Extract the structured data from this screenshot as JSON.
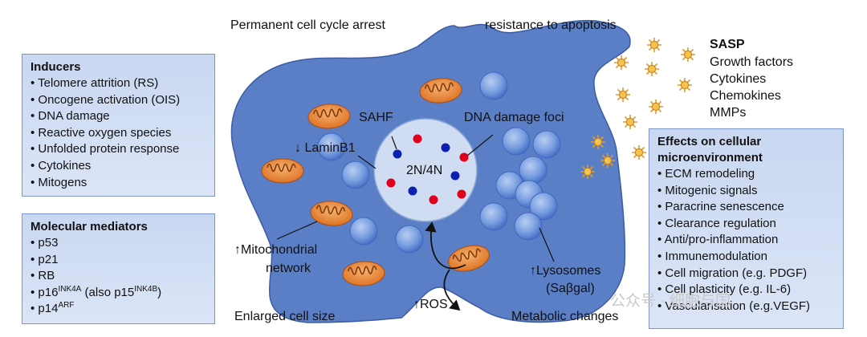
{
  "top_labels": {
    "arrest": "Permanent cell cycle arrest",
    "apoptosis": "resistance to apoptosis"
  },
  "inducers": {
    "title": "Inducers",
    "items": [
      "Telomere attrition (RS)",
      "Oncogene activation (OIS)",
      "DNA damage",
      "Reactive oxygen species",
      "Unfolded protein response",
      "Cytokines",
      "Mitogens"
    ]
  },
  "mediators": {
    "title": "Molecular mediators",
    "p53": "p53",
    "p21": "p21",
    "rb": "RB",
    "p16": "p16",
    "p16_sup": "INK4A",
    "p16_also": " (also p15",
    "p15_sup": "INK4B",
    "p16_close": ")",
    "p14": "p14",
    "p14_sup": "ARF"
  },
  "cell": {
    "sahf": "SAHF",
    "dna_foci": "DNA damage foci",
    "lamin_arrow": "↓",
    "lamin": "LaminB1",
    "nucleus": "2N/4N",
    "mito_arrow": "↑",
    "mito_line1": "Mitochondrial",
    "mito_line2": "network",
    "lyso_arrow": "↑",
    "lyso_line1": "Lysosomes",
    "lyso_line2": "(Saβgal)",
    "ros_arrow": "↑",
    "ros": "ROS"
  },
  "bottom_labels": {
    "enlarged": "Enlarged cell size",
    "metabolic": "Metabolic changes"
  },
  "sasp": {
    "title": "SASP",
    "items": [
      "Growth factors",
      "Cytokines",
      "Chemokines",
      "MMPs"
    ]
  },
  "effects": {
    "title_line1": "Effects on cellular",
    "title_line2": "microenvironment",
    "items": [
      "ECM remodeling",
      "Mitogenic signals",
      "Paracrine senescence",
      "Clearance regulation",
      "Anti/pro-inflammation",
      "Immunemodulation",
      "Cell migration (e.g. PDGF)",
      "Cell plasticity (e.g. IL-6)",
      "Vascularisation (e.g.VEGF)"
    ]
  },
  "watermark": "公众号 · 细胞与国",
  "colors": {
    "box_fill": "#c9d7f1",
    "box_border": "#7d95c9",
    "cell_fill": "#5b7fc6",
    "nucleus_fill": "#cfdcf2",
    "mito_fill": "#e8842f",
    "dot_red": "#e0001b",
    "dot_blue": "#0b1fb0",
    "sasp_star": "#e39a2a"
  },
  "icons": [
    "mitochondrion-icon",
    "lysosome-icon",
    "sasp-factor-icon"
  ]
}
